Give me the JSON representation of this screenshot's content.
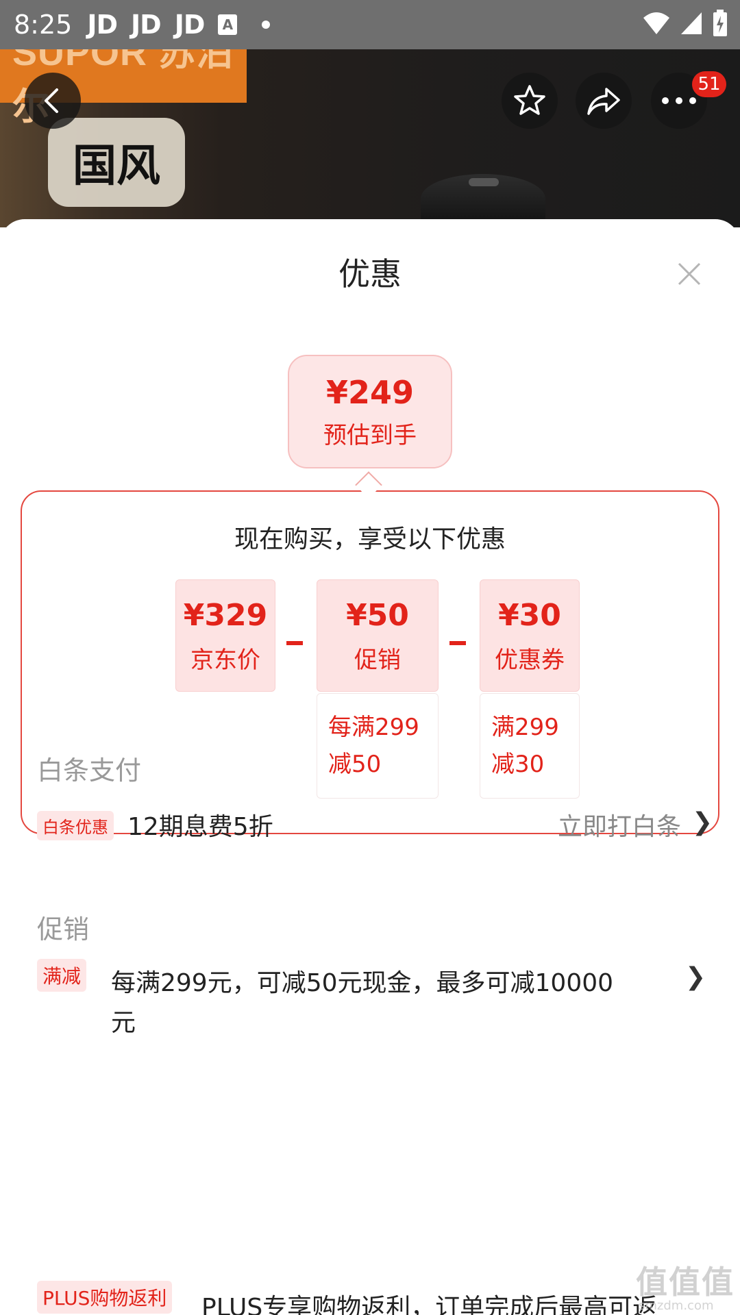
{
  "status_bar": {
    "time": "8:25",
    "apps": [
      "JD",
      "JD",
      "JD"
    ],
    "a_icon": "A"
  },
  "product_header": {
    "brand_text": "SUPOR 苏泊尔",
    "calligraphy_text": "国风",
    "notification_count": "51"
  },
  "sheet": {
    "title": "优惠",
    "estimate": {
      "price": "¥249",
      "label": "预估到手"
    },
    "deal_heading": "现在购买，享受以下优惠",
    "breakdown": [
      {
        "price": "¥329",
        "label": "京东价",
        "detail": []
      },
      {
        "price": "¥50",
        "label": "促销",
        "detail": [
          "每满299",
          "减50"
        ]
      },
      {
        "price": "¥30",
        "label": "优惠券",
        "detail": [
          "满299",
          "减30"
        ]
      }
    ]
  },
  "baitiao": {
    "section_title": "白条支付",
    "tag": "白条优惠",
    "text": "12期息费5折",
    "action": "立即打白条",
    "chevron": "❯"
  },
  "promotion": {
    "section_title": "促销",
    "items": [
      {
        "tag": "满减",
        "line1": "每满299元，可减50元现金，最多可减10000",
        "line2": "元",
        "chevron": "❯"
      },
      {
        "tag": "PLUS购物返利",
        "line1": "PLUS专享购物返利，订单完成后最高可返"
      }
    ]
  },
  "watermark": {
    "main": "值值值",
    "sub": "smzdm.com"
  },
  "colors": {
    "accent": "#e2231a",
    "pink_bg": "#fde3e3",
    "status_bar": "#6f6f6f"
  }
}
